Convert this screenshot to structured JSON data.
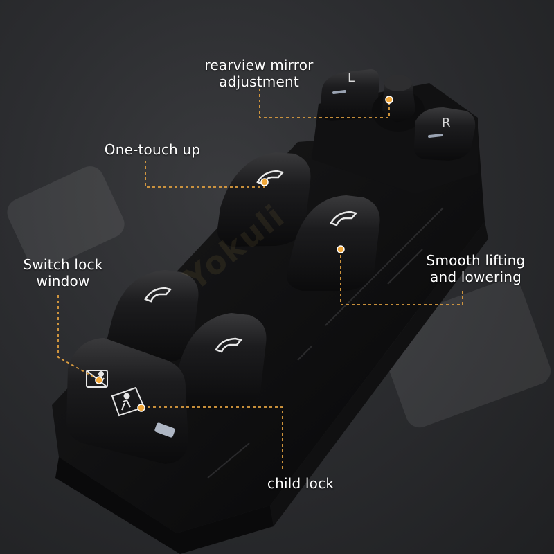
{
  "callouts": {
    "mirror": {
      "line1": "rearview mirror",
      "line2": "adjustment"
    },
    "one_touch": {
      "text": "One-touch up"
    },
    "smooth": {
      "line1": "Smooth lifting",
      "line2": "and lowering"
    },
    "switch_lock": {
      "line1": "Switch lock",
      "line2": "window"
    },
    "child_lock": {
      "text": "child lock"
    }
  },
  "mirror_buttons": {
    "left": "L",
    "right": "R"
  },
  "watermark": "Yokuli",
  "colors": {
    "callout_dot": "#f2a83a",
    "leader_line": "#e0a040",
    "switch_plastic": "#151516",
    "indicator_led": "#aeb6c4"
  }
}
